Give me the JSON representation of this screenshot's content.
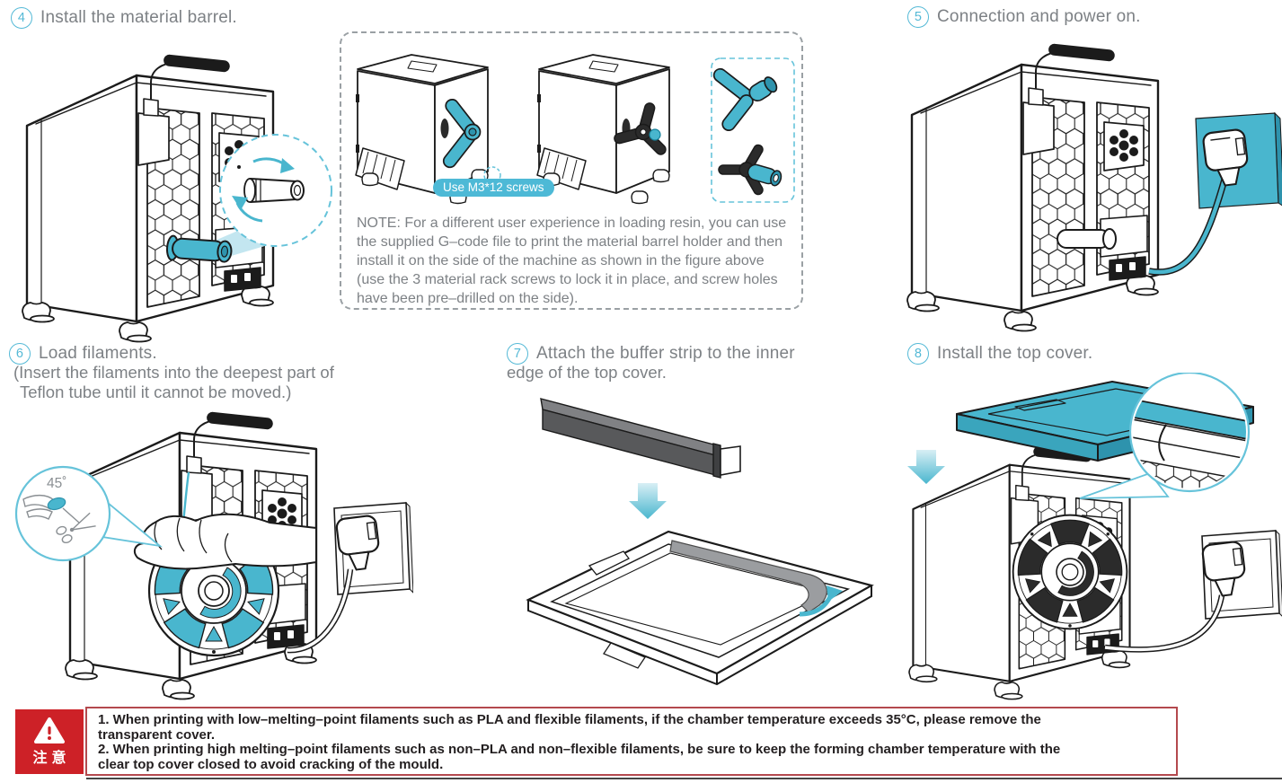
{
  "colors": {
    "accent": "#49b6ce",
    "accent_dark": "#2e93ad",
    "callout_dash": "#66c3da",
    "title_gray": "#7d8185",
    "line": "#1b1b1b",
    "warning_red": "#cd2127",
    "warning_border": "#b4494e",
    "strip_dark": "#58595b"
  },
  "steps": {
    "s4": {
      "num": "4",
      "title": "Install the material barrel."
    },
    "s5": {
      "num": "5",
      "title": "Connection and power on."
    },
    "s6": {
      "num": "6",
      "title": "Load filaments.",
      "sub1": "(Insert the filaments into the deepest part of",
      "sub2": "Teflon tube until it cannot be moved.)"
    },
    "s7": {
      "num": "7",
      "title1": "Attach the buffer strip to the inner",
      "title2": "edge of the top cover."
    },
    "s8": {
      "num": "8",
      "title": "Install the top cover."
    }
  },
  "note": {
    "screw_label": "Use M3*12 screws",
    "lines": [
      "NOTE: For a different user experience in loading resin, you can use",
      "the supplied G–code file to print the material barrel holder and then",
      "install it on the side of the machine as shown in the figure above",
      "(use the 3 material rack screws to lock it in place, and screw holes",
      "have been pre–drilled on the side)."
    ]
  },
  "callout": {
    "angle": "45˚"
  },
  "warning": {
    "icon_text": "注意",
    "lines": [
      "1. When printing with low–melting–point filaments such as PLA and flexible filaments, if the chamber temperature exceeds 35°C, please remove the",
      "transparent cover.",
      "2. When printing high melting–point filaments such as non–PLA and non–flexible filaments, be sure to keep the forming chamber temperature with the",
      "clear top cover closed to avoid cracking of the mould."
    ]
  }
}
